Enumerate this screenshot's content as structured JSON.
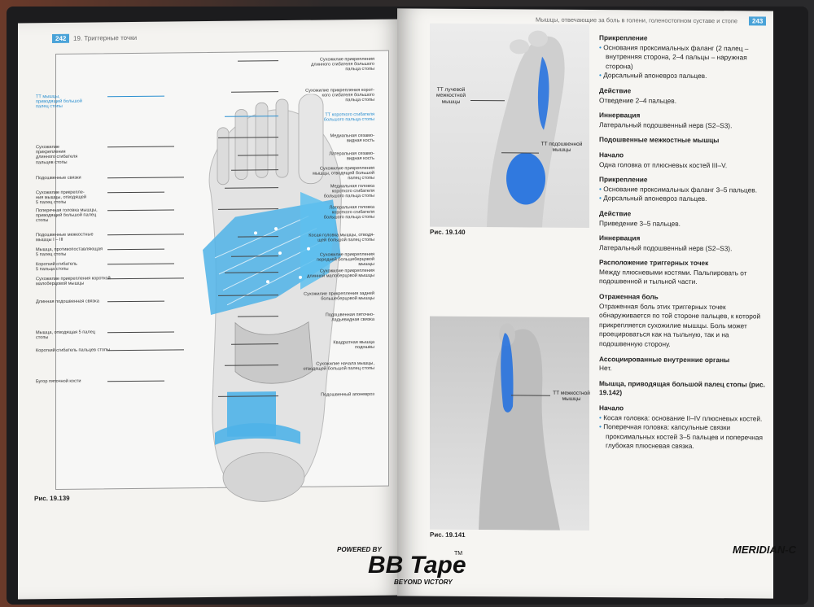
{
  "left_page": {
    "page_number": "242",
    "chapter": "19. Триггерные точки",
    "figure_caption": "Рис. 19.139",
    "labels_left": [
      {
        "text": "ТТ мышцы,\nприводящей большой\nпалец стопы",
        "blue": true
      },
      {
        "text": "Сухожилие\nприкрепления\nдлинного сгибателя\nпальцев стопы",
        "blue": false
      },
      {
        "text": "Подошвенные связки",
        "blue": false
      },
      {
        "text": "Сухожилие прикрепле-\nния мышцы, отводящей\n5 палец стопы",
        "blue": false
      },
      {
        "text": "Поперечная головка мышцы,\nприводящей большой палец\nстопы",
        "blue": false
      },
      {
        "text": "Подошвенные межкостные\nмышцы I – III",
        "blue": false
      },
      {
        "text": "Мышца, противопоставляющая\n5 палец стопы",
        "blue": false
      },
      {
        "text": "Короткий сгибатель\n5 пальца стопы",
        "blue": false
      },
      {
        "text": "Сухожилие прикрепления короткой\nмалоберцовой мышцы",
        "blue": false
      },
      {
        "text": "Длинная подошвенная связка",
        "blue": false
      },
      {
        "text": "Мышца, отводящая 5 палец\nстопы",
        "blue": false
      },
      {
        "text": "Короткий сгибатель пальцев стопы",
        "blue": false
      },
      {
        "text": "Бугор пяточной кости",
        "blue": false
      }
    ],
    "labels_right": [
      {
        "text": "Сухожилие прикрепления\nдлинного сгибателя большого\nпальца стопы",
        "blue": false
      },
      {
        "text": "Сухожилие прикрепления корот-\nкого сгибателя большого\nпальца стопы",
        "blue": false
      },
      {
        "text": "ТТ короткого сгибателя\nбольшого пальца стопы",
        "blue": true
      },
      {
        "text": "Медиальная сезамо-\nвидная кость",
        "blue": false
      },
      {
        "text": "Латеральная сезамо-\nвидная кость",
        "blue": false
      },
      {
        "text": "Сухожилие прикрепления\nмышцы, отводящей большой\nпалец стопы",
        "blue": false
      },
      {
        "text": "Медиальная головка\nкороткого сгибателя\nбольшого пальца стопы",
        "blue": false
      },
      {
        "text": "Латеральная головка\nкороткого сгибателя\nбольшого пальца стопы",
        "blue": false
      },
      {
        "text": "Косая головка мышцы, отводя-\nщей большой палец стопы",
        "blue": false
      },
      {
        "text": "Сухожилие прикрепления\nпередней большеберцовой\nмышцы",
        "blue": false
      },
      {
        "text": "Сухожилие прикрепления\nдлинной малоберцовой мышцы",
        "blue": false
      },
      {
        "text": "Сухожилие прикрепления задней\nбольшеберцовой мышцы",
        "blue": false
      },
      {
        "text": "Подошвенная пяточно-\nладьевидная связка",
        "blue": false
      },
      {
        "text": "Квадратная мышца\nподошвы",
        "blue": false
      },
      {
        "text": "Сухожилие начала мышцы,\nотводящей большой палец стопы",
        "blue": false
      },
      {
        "text": "Подошвенный апоневроз",
        "blue": false
      }
    ]
  },
  "right_page": {
    "header": "Мышцы, отвечающие за боль в голени, голеностопном суставе и стопе",
    "page_number": "243",
    "fig140": {
      "caption": "Рис. 19.140",
      "label_top": "ТТ лучевой\nмежкостной\nмышцы",
      "label_bottom": "ТТ подошвенной\nмышцы"
    },
    "fig141": {
      "caption": "Рис. 19.141",
      "label": "ТТ межкостной\nмышцы"
    },
    "text": [
      {
        "kind": "h",
        "text": "Прикрепление"
      },
      {
        "kind": "bullet",
        "text": "Основания проксимальных фаланг (2 палец – внутренняя сторона, 2–4 пальцы – наружная сторона)"
      },
      {
        "kind": "bullet",
        "text": "Дорсальный апоневроз пальцев."
      },
      {
        "kind": "h",
        "text": "Действие"
      },
      {
        "kind": "p",
        "text": "Отведение 2–4 пальцев."
      },
      {
        "kind": "h",
        "text": "Иннервация"
      },
      {
        "kind": "p",
        "text": "Латеральный подошвенный нерв (S2–S3)."
      },
      {
        "kind": "h",
        "text": "Подошвенные межкостные мышцы"
      },
      {
        "kind": "h",
        "text": "Начало"
      },
      {
        "kind": "p",
        "text": "Одна головка от плюсневых костей III–V."
      },
      {
        "kind": "h",
        "text": "Прикрепление"
      },
      {
        "kind": "bullet",
        "text": "Основание проксимальных фаланг 3–5 пальцев."
      },
      {
        "kind": "bullet",
        "text": "Дорсальный апоневроз пальцев."
      },
      {
        "kind": "h",
        "text": "Действие"
      },
      {
        "kind": "p",
        "text": "Приведение 3–5 пальцев."
      },
      {
        "kind": "h",
        "text": "Иннервация"
      },
      {
        "kind": "p",
        "text": "Латеральный подошвенный нерв (S2–S3)."
      },
      {
        "kind": "h",
        "text": "Расположение триггерных точек"
      },
      {
        "kind": "p",
        "text": "Между плюсневыми костями. Пальпировать от подошвенной и тыльной части."
      },
      {
        "kind": "h",
        "text": "Отраженная боль"
      },
      {
        "kind": "p",
        "text": "Отраженная боль этих триггерных точек обнаруживается по той стороне пальцев, к которой прикрепляется сухожилие мышцы. Боль может проецироваться как на тыльную, так и на подошвенную сторону."
      },
      {
        "kind": "h",
        "text": "Ассоциированные внутренние органы"
      },
      {
        "kind": "p",
        "text": "Нет."
      },
      {
        "kind": "h",
        "text": "Мышца, приводящая большой палец стопы (рис. 19.142)"
      },
      {
        "kind": "h",
        "text": "Начало"
      },
      {
        "kind": "bullet",
        "text": "Косая головка: основание II–IV плюсневых костей."
      },
      {
        "kind": "bullet",
        "text": "Поперечная головка: капсульные связки проксимальных костей 3–5 пальцев и поперечная глубокая плюсневая связка."
      }
    ]
  },
  "branding": {
    "powered_by": "POWERED BY",
    "brand": "BB Tape",
    "tm": "TM",
    "tagline": "BEYOND VICTORY",
    "publisher": "MERIDIAN-C"
  },
  "colors": {
    "accent_blue": "#2a8fd0",
    "muscle_blue": "#4fb3e8",
    "tp_blue": "#1e6fe0"
  }
}
